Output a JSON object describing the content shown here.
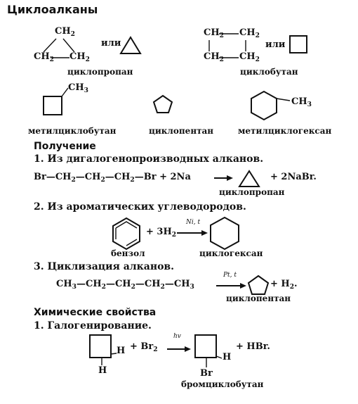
{
  "title": "Циклоалканы",
  "section1": {
    "cyclopropane_formula": {
      "top": "CH",
      "left": "CH",
      "right": "CH",
      "sub": "2"
    },
    "or_word": "или",
    "cyclopropane_name": "циклопропан",
    "cyclobutane_formula": {
      "tl": "CH",
      "tr": "CH",
      "bl": "CH",
      "br": "CH",
      "sub": "2"
    },
    "cyclobutane_name": "циклобутан",
    "methyl_label": "CH",
    "methyl_sub": "3",
    "methylcyclobutane_name": "метилциклобутан",
    "cyclopentane_name": "циклопентан",
    "methylcyclohexane_name": "метилциклогексан"
  },
  "preparation": {
    "heading": "Получение",
    "item1": "1. Из дигалогенопроизводных алканов.",
    "eq1_left": "Br—CH",
    "eq1_mid1": "—CH",
    "eq1_mid2": "—CH",
    "eq1_right": "—Br + 2Na",
    "eq1_product": "+ 2NaBr.",
    "eq1_label": "циклопропан",
    "item2": "2. Из ароматических углеводородов.",
    "eq2_reagent": "+ 3H",
    "eq2_reagent_sub": "2",
    "eq2_condition": "Ni, t",
    "eq2_left_label": "бензол",
    "eq2_right_label": "циклогексан",
    "item3": "3. Циклизация алканов.",
    "eq3_chain": "CH",
    "eq3_sub3": "3",
    "eq3_sub2": "2",
    "eq3_condition": "Pt, t",
    "eq3_product": "+ H",
    "eq3_product_sub": "2",
    "eq3_label": "циклопентан"
  },
  "properties": {
    "heading": "Химические свойства",
    "item1": "1. Галогенирование.",
    "h_label": "H",
    "reagent": "+ Br",
    "reagent_sub": "2",
    "condition": "hv",
    "br_label": "Br",
    "product": "+ HBr.",
    "product_label": "бромциклобутан"
  }
}
